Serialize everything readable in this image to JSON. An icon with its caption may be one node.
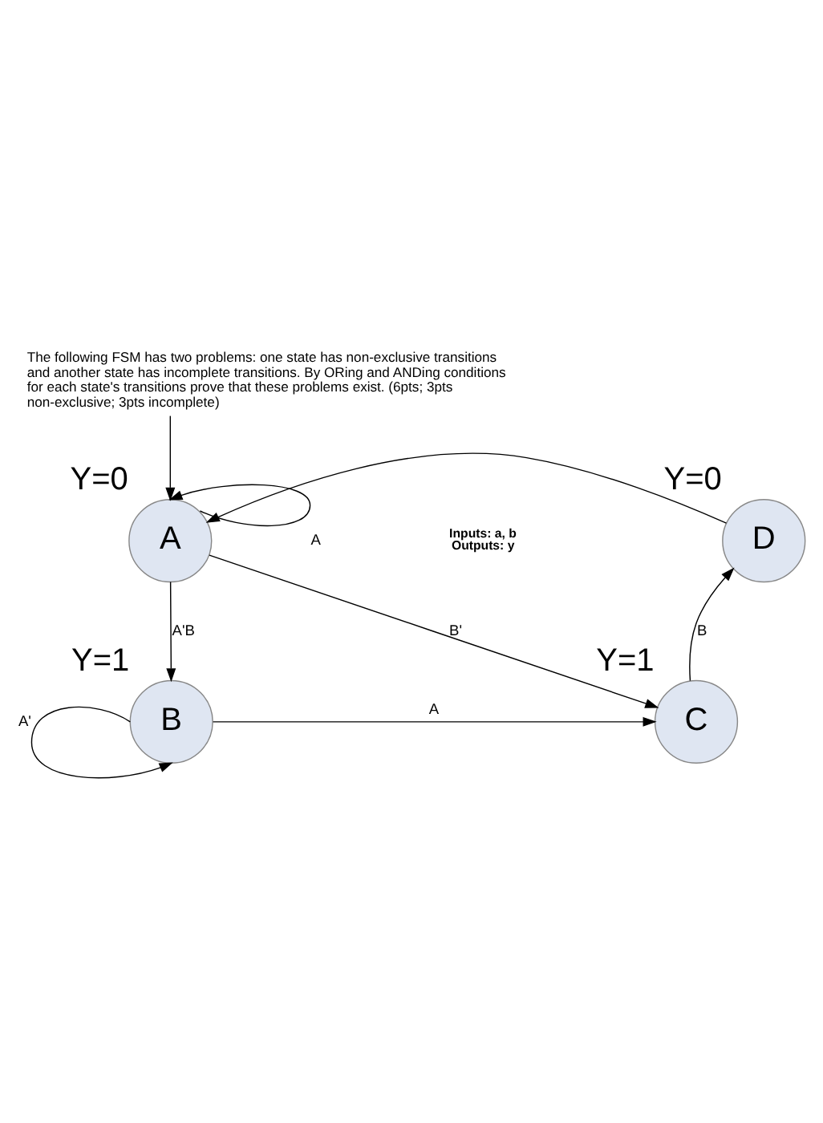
{
  "diagram": {
    "title": "The following FSM has two problems: one state has non-exclusive transitions and another state has incomplete transitions. By ORing and ANDing conditions for each state's transitions prove that these problems exist. (6pts; 3pts non-exclusive; 3pts incomplete)",
    "nodes": [
      {
        "text": [
          "A"
        ],
        "beside": [
          "Y=0"
        ]
      },
      {
        "text": [
          "D"
        ],
        "beside": [
          "Y=0"
        ]
      },
      {
        "text": [
          "B"
        ],
        "beside": [
          "Y=1"
        ]
      },
      {
        "text": [
          "C"
        ],
        "beside": [
          "Y=1"
        ]
      }
    ],
    "edges": [
      {
        "from": null,
        "to": 0,
        "arrow": "to"
      },
      {
        "from": 0,
        "to": 0,
        "arrow": "to",
        "label": "A"
      },
      {
        "from": 1,
        "to": 0,
        "arrow": "to"
      },
      {
        "from": 0,
        "to": 2,
        "arrow": "to",
        "label": "A'B"
      },
      {
        "from": 0,
        "to": 3,
        "arrow": "to",
        "label": "B'"
      },
      {
        "from": 3,
        "to": 1,
        "arrow": "to",
        "label": "B"
      },
      {
        "from": 2,
        "to": 3,
        "arrow": "to",
        "label": "A"
      },
      {
        "from": 2,
        "to": 2,
        "arrow": "to",
        "label": "A'"
      }
    ],
    "labels": [
      "Inputs: a, b",
      "Outputs: y"
    ]
  }
}
